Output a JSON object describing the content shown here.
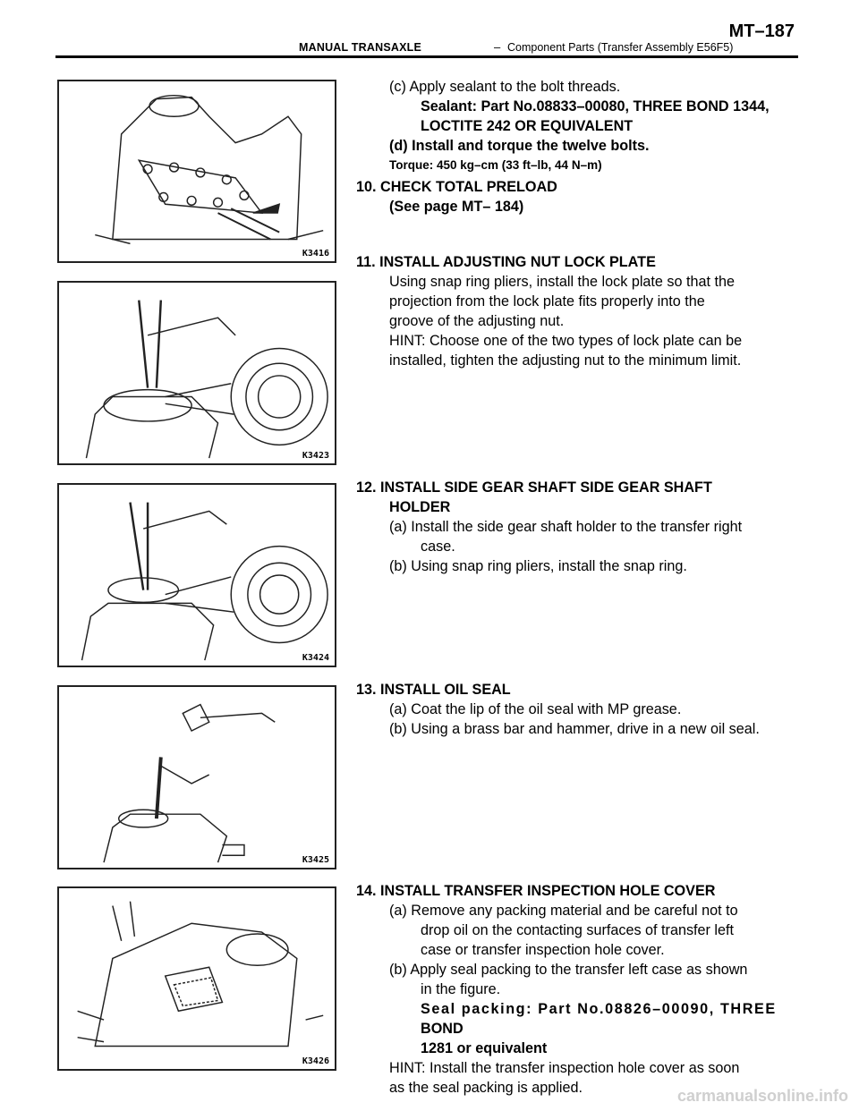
{
  "header": {
    "section": "MANUAL TRANSAXLE",
    "dash": "–",
    "subsection": "Component Parts (Transfer Assembly E56F5)",
    "page": "MT–187"
  },
  "figures": [
    {
      "code": "K3416"
    },
    {
      "code": "K3423"
    },
    {
      "code": "K3424"
    },
    {
      "code": "K3425"
    },
    {
      "code": "K3426"
    }
  ],
  "steps": {
    "c_apply": "(c) Apply sealant to the bolt threads.",
    "sealant_1": "Sealant: Part No.08833–00080, THREE BOND 1344,",
    "sealant_2": "LOCTITE 242 OR EQUIVALENT",
    "d_install": "(d) Install and torque the twelve bolts.",
    "torque": "Torque: 450 kg–cm (33 ft–lb, 44 N–m)",
    "s10_title": "10. CHECK TOTAL PRELOAD",
    "s10_ref": "(See page MT– 184)",
    "s11_title": "11. INSTALL ADJUSTING NUT LOCK PLATE",
    "s11_l1": "Using snap ring pliers, install the lock plate so that the",
    "s11_l2": "projection from the lock plate fits properly into the",
    "s11_l3": "groove of the adjusting nut.",
    "s11_hint1": "HINT: Choose one of the two types of lock plate can be",
    "s11_hint2": "installed, tighten the adjusting nut to the minimum limit.",
    "s12_title1": "12. INSTALL SIDE GEAR SHAFT SIDE GEAR SHAFT",
    "s12_title2": "HOLDER",
    "s12_a1": "(a) Install the side gear shaft holder to the transfer right",
    "s12_a2": "case.",
    "s12_b": "(b) Using snap ring pliers, install the snap ring.",
    "s13_title": "13. INSTALL OIL SEAL",
    "s13_a": "(a) Coat the lip of the oil seal with MP grease.",
    "s13_b": "(b) Using a brass bar and hammer, drive in a new oil seal.",
    "s14_title": "14. INSTALL TRANSFER INSPECTION HOLE COVER",
    "s14_a1": "(a) Remove any packing material and be careful not to",
    "s14_a2": "drop oil on the contacting surfaces of transfer left",
    "s14_a3": "case or transfer inspection hole cover.",
    "s14_b1": "(b) Apply seal packing to the transfer left case as shown",
    "s14_b2": "in the figure.",
    "s14_seal1": "Seal packing: Part No.08826–00090, THREE",
    "s14_seal2": "BOND",
    "s14_seal3": "1281 or equivalent",
    "s14_hint1": "HINT: Install the transfer inspection hole cover as soon",
    "s14_hint2": "as the seal packing is applied."
  },
  "watermark": "carmanualsonline.info"
}
